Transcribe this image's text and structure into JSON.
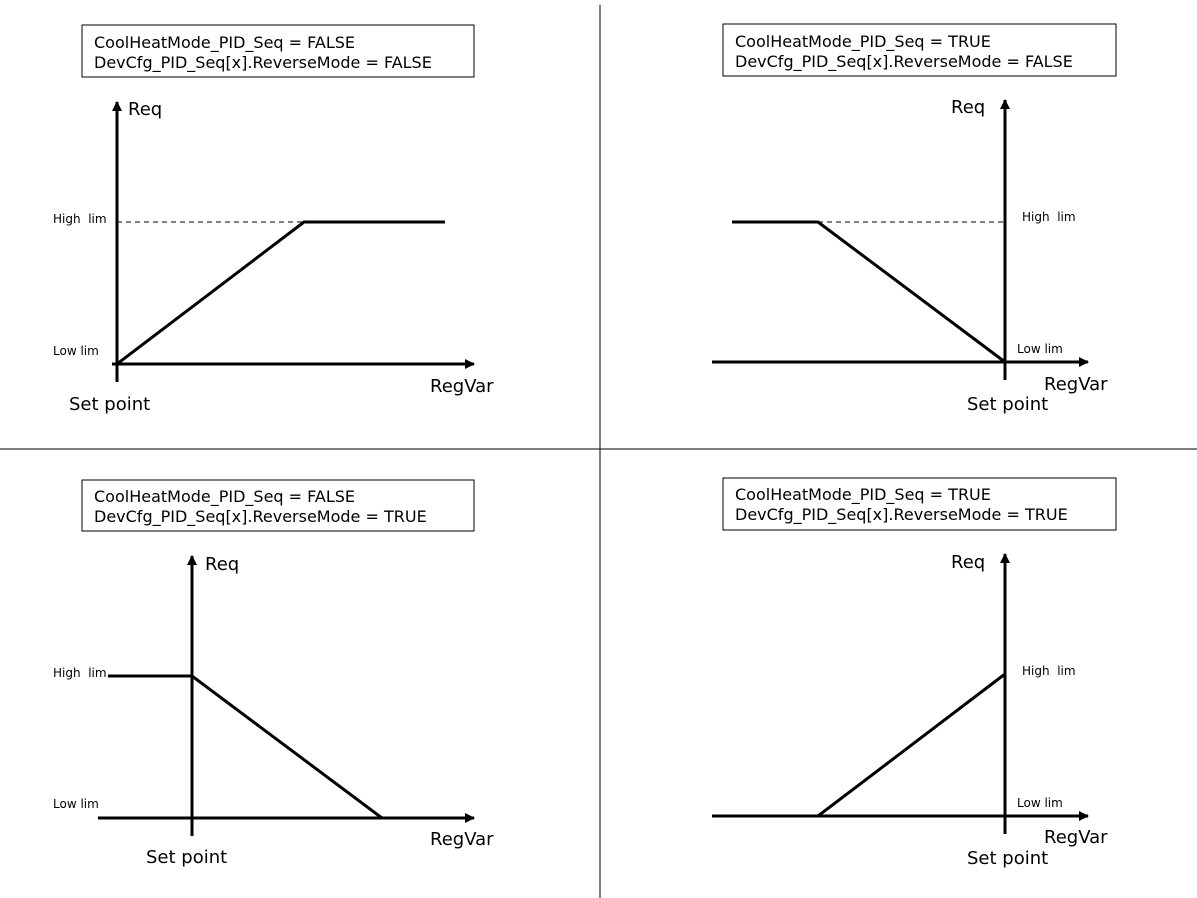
{
  "colors": {
    "line": "#000000",
    "spellcheck_underline": "#e02020",
    "background": "#ffffff"
  },
  "panels": [
    {
      "cond_line1": "CoolHeatMode_PID_Seq = FALSE",
      "cond_line2": "DevCfg_PID_Seq[x].ReverseMode = FALSE",
      "y_axis_label": "Req",
      "x_axis_label": "RegVar",
      "high_label": "High  lim",
      "low_label": "Low lim",
      "setpoint_label": "Set point"
    },
    {
      "cond_line1": "CoolHeatMode_PID_Seq = TRUE",
      "cond_line2": "DevCfg_PID_Seq[x].ReverseMode = FALSE",
      "y_axis_label": "Req",
      "x_axis_label": "RegVar",
      "high_label": "High  lim",
      "low_label": "Low lim",
      "setpoint_label": "Set point"
    },
    {
      "cond_line1": "CoolHeatMode_PID_Seq = FALSE",
      "cond_line2": "DevCfg_PID_Seq[x].ReverseMode = TRUE",
      "y_axis_label": "Req",
      "x_axis_label": "RegVar",
      "high_label": "High  lim",
      "low_label": "Low lim",
      "setpoint_label": "Set point"
    },
    {
      "cond_line1": "CoolHeatMode_PID_Seq = TRUE",
      "cond_line2": "DevCfg_PID_Seq[x].ReverseMode = TRUE",
      "y_axis_label": "Req",
      "x_axis_label": "RegVar",
      "high_label": "High  lim",
      "low_label": "Low lim",
      "setpoint_label": "Set point"
    }
  ]
}
